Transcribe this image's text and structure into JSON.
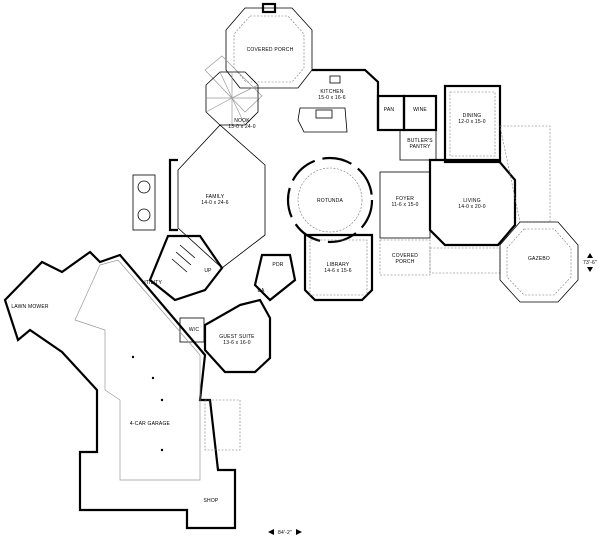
{
  "rooms": {
    "covered_porch_rear": {
      "name": "COVERED PORCH"
    },
    "kitchen": {
      "name": "KITCHEN",
      "dims": "15-0 x 16-6"
    },
    "nook": {
      "name": "NOOK",
      "dims": "13-0 x 24-0"
    },
    "pan": {
      "name": "PAN"
    },
    "wine": {
      "name": "WINE"
    },
    "butlers_pantry": {
      "name": "BUTLER'S",
      "name2": "PANTRY"
    },
    "dining": {
      "name": "DINING",
      "dims": "12-0 x 15-0"
    },
    "family": {
      "name": "FAMILY",
      "dims": "14-0 x 24-6"
    },
    "rotunda": {
      "name": "ROTUNDA"
    },
    "foyer": {
      "name": "FOYER",
      "dims": "11-6 x 15-0"
    },
    "living": {
      "name": "LIVING",
      "dims": "14-0 x 20-0"
    },
    "gazebo": {
      "name": "GAZEBO"
    },
    "covered_porch_front": {
      "name": "COVERED",
      "name2": "PORCH"
    },
    "library": {
      "name": "LIBRARY",
      "dims": "14-6 x 15-6"
    },
    "utility": {
      "name": "UTILITY"
    },
    "pdr": {
      "name": "PDR"
    },
    "ba": {
      "name": "BA"
    },
    "wic": {
      "name": "W/C"
    },
    "guest_suite": {
      "name": "GUEST SUITE",
      "dims": "13-6 x 16-0"
    },
    "lawn_mower": {
      "name": "LAWN MOWER"
    },
    "garage": {
      "name": "4-CAR GARAGE"
    },
    "shop": {
      "name": "SHOP"
    },
    "stairs_up": {
      "name": "UP"
    }
  },
  "dimensions": {
    "width": "84'-2\"",
    "depth": "73'-6\""
  },
  "colors": {
    "walls": "#000000",
    "background": "#ffffff"
  }
}
